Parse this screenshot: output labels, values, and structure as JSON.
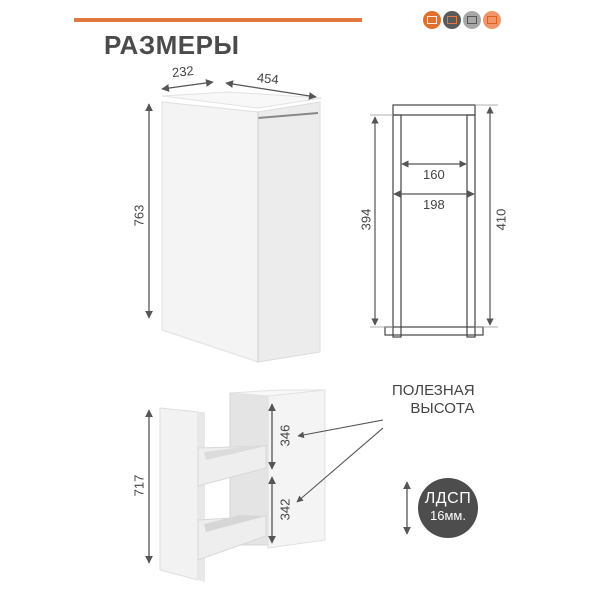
{
  "header": {
    "title": "РАЗМЕРЫ",
    "accent_color": "#e07840",
    "icons": [
      {
        "name": "material-icon-orange",
        "color": "#e0702e"
      },
      {
        "name": "material-icon-dark",
        "color": "#5a5a5a"
      },
      {
        "name": "material-icon-grey",
        "color": "#a8a8a8"
      },
      {
        "name": "material-icon-light-orange",
        "color": "#f0966a"
      }
    ]
  },
  "cabinet": {
    "depth": "232",
    "width": "454",
    "height": "763"
  },
  "section": {
    "inner_width": "160",
    "outer_width": "198",
    "inner_height": "394",
    "outer_height": "410"
  },
  "open_view": {
    "total_height": "717",
    "upper_shelf_height": "346",
    "lower_shelf_height": "342"
  },
  "useful_height_label": {
    "line1": "ПОЛЕЗНАЯ",
    "line2": "ВЫСОТА"
  },
  "material_badge": {
    "line1": "ЛДСП",
    "line2": "16мм."
  }
}
